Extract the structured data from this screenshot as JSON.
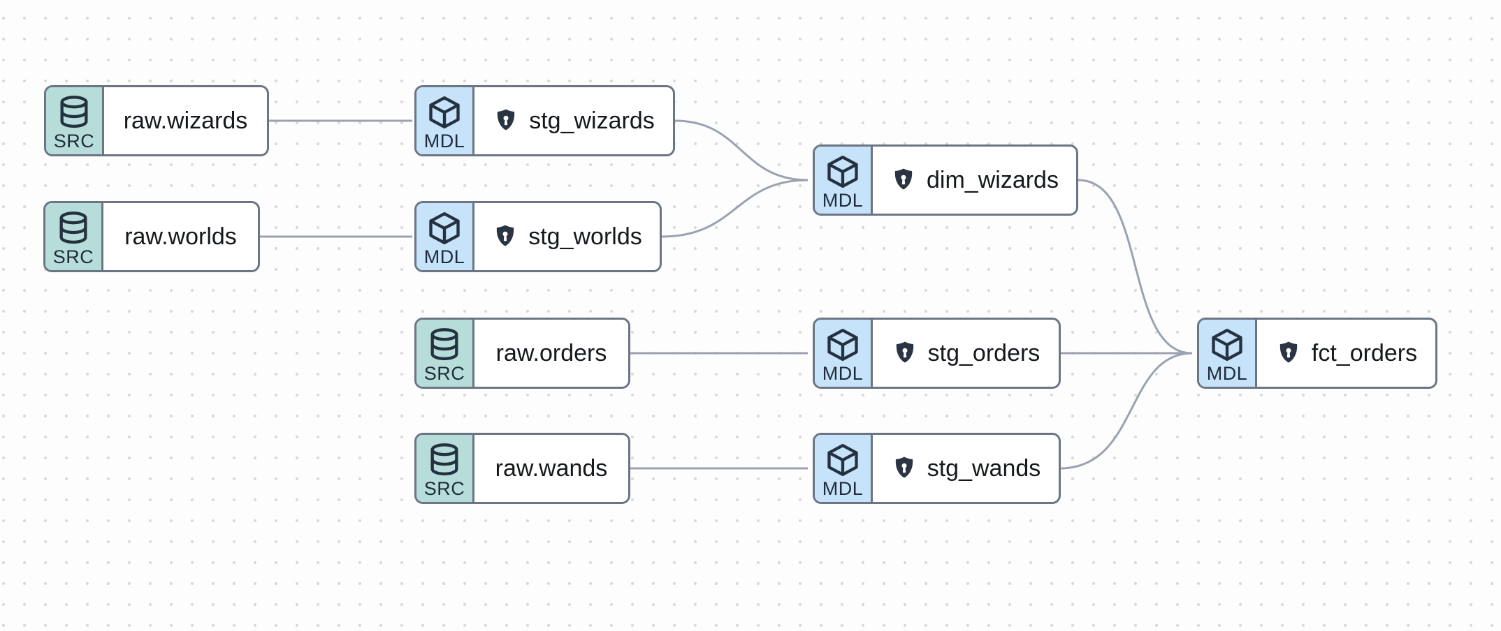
{
  "canvas": {
    "background_color": "#fdfdfd",
    "dot_grid_color": "#d9d9d9",
    "edge_color": "#9aa2b1",
    "node_border_color": "#6b7584",
    "src_badge_color": "#b7ddda",
    "mdl_badge_color": "#c6e3f9",
    "icon_color": "#243140",
    "label_color": "#15181d"
  },
  "icons": {
    "source_type_icon": "database-icon",
    "model_type_icon": "cube-icon",
    "contract_icon": "shield-lock-icon"
  },
  "nodes": [
    {
      "id": "raw_wizards",
      "label": "raw.wizards",
      "type": "SRC",
      "shield": false
    },
    {
      "id": "stg_wizards",
      "label": "stg_wizards",
      "type": "MDL",
      "shield": true
    },
    {
      "id": "raw_worlds",
      "label": "raw.worlds",
      "type": "SRC",
      "shield": false
    },
    {
      "id": "stg_worlds",
      "label": "stg_worlds",
      "type": "MDL",
      "shield": true
    },
    {
      "id": "dim_wizards",
      "label": "dim_wizards",
      "type": "MDL",
      "shield": true
    },
    {
      "id": "raw_orders",
      "label": "raw.orders",
      "type": "SRC",
      "shield": false
    },
    {
      "id": "stg_orders",
      "label": "stg_orders",
      "type": "MDL",
      "shield": true
    },
    {
      "id": "fct_orders",
      "label": "fct_orders",
      "type": "MDL",
      "shield": true
    },
    {
      "id": "raw_wands",
      "label": "raw.wands",
      "type": "SRC",
      "shield": false
    },
    {
      "id": "stg_wands",
      "label": "stg_wands",
      "type": "MDL",
      "shield": true
    }
  ],
  "edges": [
    {
      "from": "raw_wizards",
      "to": "stg_wizards"
    },
    {
      "from": "raw_worlds",
      "to": "stg_worlds"
    },
    {
      "from": "stg_wizards",
      "to": "dim_wizards"
    },
    {
      "from": "stg_worlds",
      "to": "dim_wizards"
    },
    {
      "from": "raw_orders",
      "to": "stg_orders"
    },
    {
      "from": "raw_wands",
      "to": "stg_wands"
    },
    {
      "from": "stg_orders",
      "to": "fct_orders"
    },
    {
      "from": "dim_wizards",
      "to": "fct_orders"
    },
    {
      "from": "stg_wands",
      "to": "fct_orders"
    }
  ]
}
